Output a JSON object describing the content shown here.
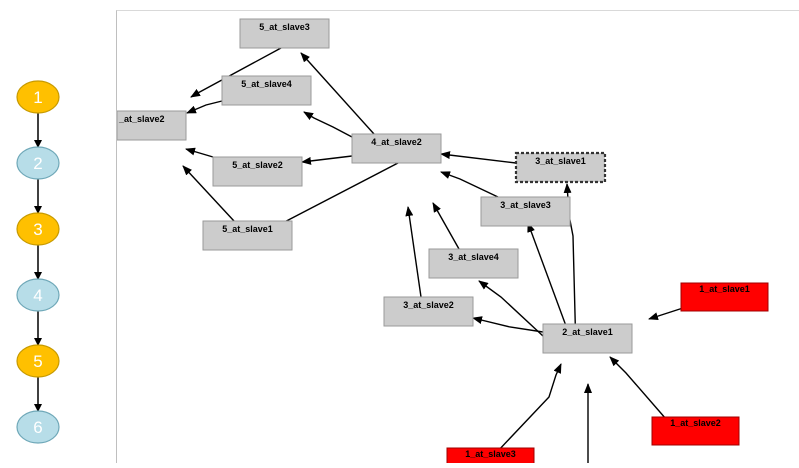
{
  "colors": {
    "step_active": "#FFC000",
    "step_inactive": "#B7DDE8",
    "node_default": "#CCCCCC",
    "node_failed": "#FF0000",
    "edge": "#000000"
  },
  "steps": [
    {
      "label": "1",
      "state": "active"
    },
    {
      "label": "2",
      "state": "inactive"
    },
    {
      "label": "3",
      "state": "active"
    },
    {
      "label": "4",
      "state": "inactive"
    },
    {
      "label": "5",
      "state": "active"
    },
    {
      "label": "6",
      "state": "inactive"
    }
  ],
  "graph": {
    "nodes": [
      {
        "id": "5_at_slave3",
        "label": "5_at_slave3",
        "status": "normal"
      },
      {
        "id": "5_at_slave4",
        "label": "5_at_slave4",
        "status": "normal"
      },
      {
        "id": "6_at_slave2",
        "label": "_at_slave2",
        "status": "normal"
      },
      {
        "id": "5_at_slave2",
        "label": "5_at_slave2",
        "status": "normal"
      },
      {
        "id": "5_at_slave1",
        "label": "5_at_slave1",
        "status": "normal"
      },
      {
        "id": "4_at_slave2",
        "label": "4_at_slave2",
        "status": "normal"
      },
      {
        "id": "3_at_slave1",
        "label": "3_at_slave1",
        "status": "selected"
      },
      {
        "id": "3_at_slave3",
        "label": "3_at_slave3",
        "status": "normal"
      },
      {
        "id": "3_at_slave4",
        "label": "3_at_slave4",
        "status": "normal"
      },
      {
        "id": "3_at_slave2",
        "label": "3_at_slave2",
        "status": "normal"
      },
      {
        "id": "2_at_slave1",
        "label": "2_at_slave1",
        "status": "normal"
      },
      {
        "id": "1_at_slave1",
        "label": "1_at_slave1",
        "status": "failed"
      },
      {
        "id": "1_at_slave2",
        "label": "1_at_slave2",
        "status": "failed"
      },
      {
        "id": "1_at_slave3",
        "label": "1_at_slave3",
        "status": "failed"
      }
    ],
    "edges": [
      {
        "from": "1_at_slave1",
        "to": "2_at_slave1"
      },
      {
        "from": "1_at_slave2",
        "to": "2_at_slave1"
      },
      {
        "from": "1_at_slave3",
        "to": "2_at_slave1"
      },
      {
        "from": "offscreen",
        "to": "2_at_slave1"
      },
      {
        "from": "2_at_slave1",
        "to": "3_at_slave1"
      },
      {
        "from": "2_at_slave1",
        "to": "3_at_slave2"
      },
      {
        "from": "2_at_slave1",
        "to": "3_at_slave3"
      },
      {
        "from": "2_at_slave1",
        "to": "3_at_slave4"
      },
      {
        "from": "3_at_slave1",
        "to": "4_at_slave2"
      },
      {
        "from": "3_at_slave2",
        "to": "4_at_slave2"
      },
      {
        "from": "3_at_slave3",
        "to": "4_at_slave2"
      },
      {
        "from": "3_at_slave4",
        "to": "4_at_slave2"
      },
      {
        "from": "4_at_slave2",
        "to": "5_at_slave1"
      },
      {
        "from": "4_at_slave2",
        "to": "5_at_slave2"
      },
      {
        "from": "4_at_slave2",
        "to": "5_at_slave3"
      },
      {
        "from": "4_at_slave2",
        "to": "5_at_slave4"
      },
      {
        "from": "5_at_slave1",
        "to": "6_at_slave2"
      },
      {
        "from": "5_at_slave2",
        "to": "6_at_slave2"
      },
      {
        "from": "5_at_slave3",
        "to": "6_at_slave2"
      },
      {
        "from": "5_at_slave4",
        "to": "6_at_slave2"
      }
    ]
  }
}
